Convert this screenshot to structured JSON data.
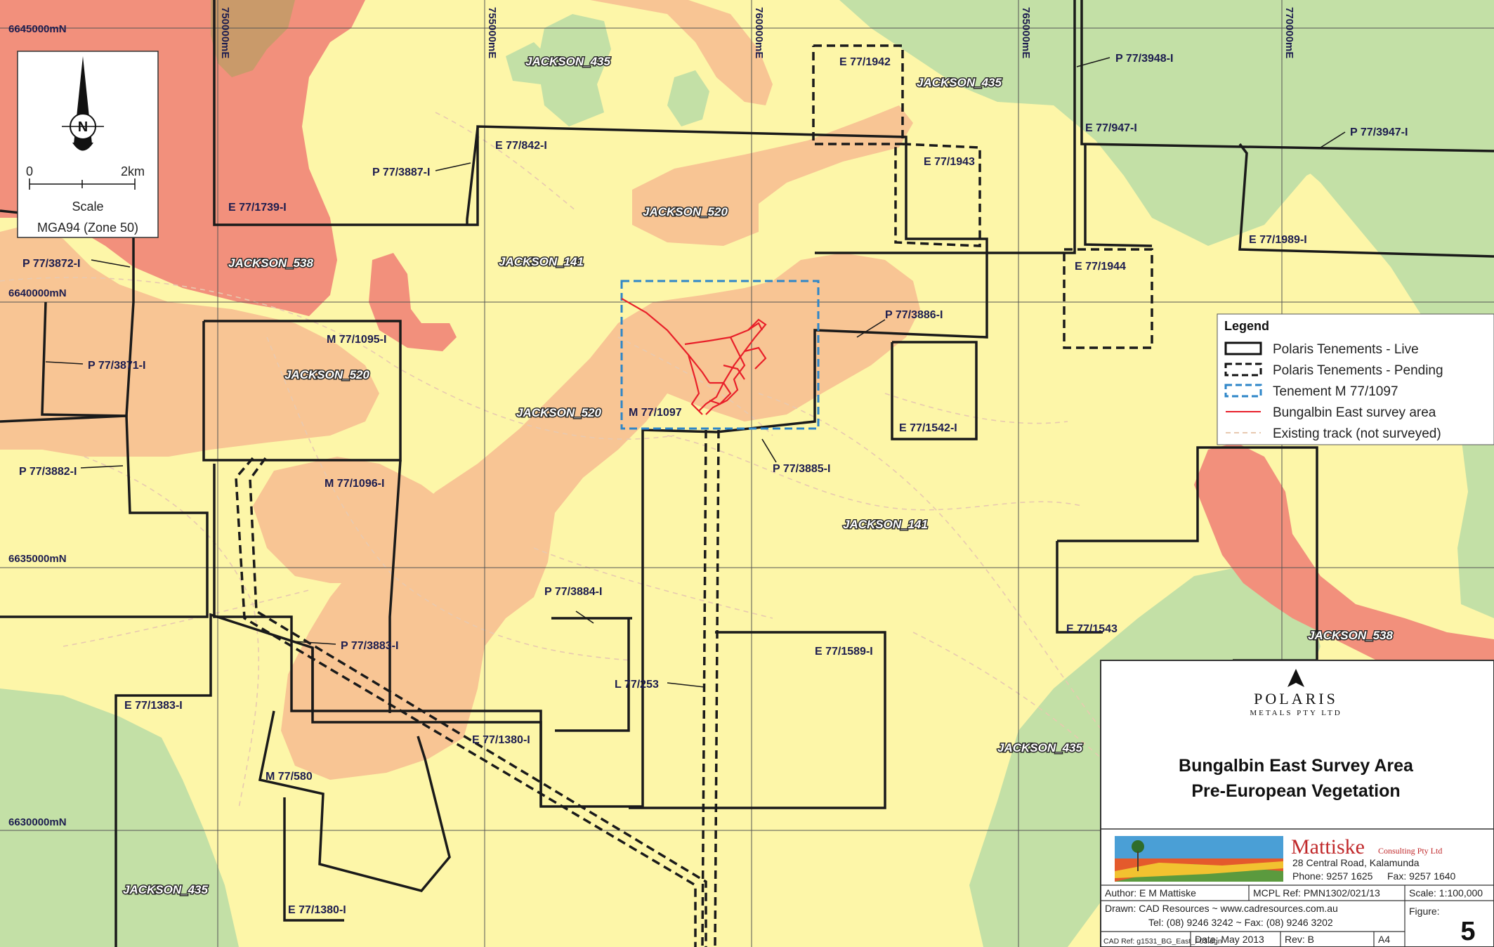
{
  "grid": {
    "northings": [
      "6645000mN",
      "6640000mN",
      "6635000mN",
      "6630000mN"
    ],
    "eastings": [
      "750000mE",
      "755000mE",
      "760000mE",
      "765000mE",
      "770000mE"
    ]
  },
  "scale_box": {
    "zero": "0",
    "distance": "2km",
    "scale_label": "Scale",
    "projection": "MGA94 (Zone 50)",
    "north": "N"
  },
  "vegetation_labels": [
    "JACKSON_435",
    "JACKSON_435",
    "JACKSON_520",
    "JACKSON_141",
    "JACKSON_538",
    "JACKSON_520",
    "JACKSON_520",
    "JACKSON_141",
    "JACKSON_538",
    "JACKSON_435",
    "JACKSON_435"
  ],
  "tenement_labels": [
    "E 77/1942",
    "P 77/3948-I",
    "E 77/842-I",
    "E 77/947-I",
    "P 77/3947-I",
    "P 77/3887-I",
    "E 77/1943",
    "E 77/1739-I",
    "E 77/1989-I",
    "P 77/3872-I",
    "E 77/1944",
    "P 77/3886-I",
    "M 77/1095-I",
    "P 77/3871-I",
    "M 77/1097",
    "E 77/1542-I",
    "P 77/3882-I",
    "P 77/3885-I",
    "M 77/1096-I",
    "P 77/3884-I",
    "P 77/3883-I",
    "E 77/1543",
    "E 77/1589-I",
    "L 77/253",
    "E 77/1383-I",
    "E 77/1380-I",
    "M 77/580",
    "E 77/1380-I"
  ],
  "legend": {
    "title": "Legend",
    "items": [
      "Polaris Tenements - Live",
      "Polaris Tenements - Pending",
      "Tenement M 77/1097",
      "Bungalbin East survey area",
      "Existing track (not surveyed)"
    ]
  },
  "title_block": {
    "company": "POLARIS",
    "company_sub": "METALS PTY LTD",
    "title_line1": "Bungalbin East Survey Area",
    "title_line2": "Pre-European Vegetation",
    "consultant": "Mattiske",
    "consultant_sub": "Consulting Pty Ltd",
    "address": "28 Central Road, Kalamunda",
    "phone": "Phone: 9257 1625",
    "fax": "Fax: 9257 1640",
    "author": "Author: E M Mattiske",
    "mcpl_ref": "MCPL Ref: PMN1302/021/13",
    "scale": "Scale: 1:100,000",
    "drawn": "Drawn: CAD Resources ~ www.cadresources.com.au",
    "drawn_contact": "Tel: (08) 9246 3242 ~ Fax: (08) 9246 3202",
    "figure_label": "Figure:",
    "figure_number": "5",
    "cad_ref": "CAD Ref: g1531_BG_East_F03.dgn",
    "date": "Date: May 2013",
    "rev": "Rev: B",
    "size": "A4"
  },
  "colors": {
    "background": "#fdf6a8",
    "green": "#c3e0a6",
    "orange": "#f8c594",
    "salmon": "#f2907c",
    "brown": "#c99a6a",
    "survey": "#e8202a",
    "tenement_blue": "#2e86c8"
  }
}
